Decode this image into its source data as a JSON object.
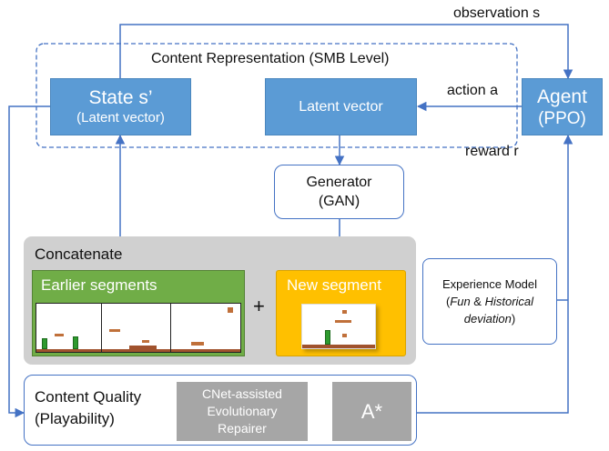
{
  "colors": {
    "blue_box": "#5b9bd5",
    "arrow": "#4472c4",
    "green_panel": "#70ad47",
    "yellow_panel": "#ffc000",
    "gray_panel": "#d0d0d0",
    "dark_gray_box": "#a6a6a6"
  },
  "labels": {
    "observation": "observation s",
    "action": "action a",
    "reward": "reward r",
    "content_representation": "Content Representation (SMB Level)",
    "concatenate": "Concatenate",
    "plus": "+"
  },
  "nodes": {
    "state": {
      "line1": "State s’",
      "line2": "(Latent vector)"
    },
    "latent": {
      "label": "Latent vector"
    },
    "agent": {
      "line1": "Agent",
      "line2": "(PPO)"
    },
    "generator": {
      "line1": "Generator",
      "line2": "(GAN)"
    },
    "earlier": {
      "label": "Earlier segments"
    },
    "new_segment": {
      "label": "New segment"
    },
    "experience": {
      "line1": "Experience Model",
      "line2_italic_a": "Fun",
      "line2_mid": " & ",
      "line2_italic_b": "Historical",
      "line3": "deviation",
      "line3_suffix": ")"
    },
    "quality": {
      "line1": "Content Quality",
      "line2": "(Playability)"
    },
    "repairer": {
      "line1": "CNet-assisted",
      "line2": "Evolutionary",
      "line3": "Repairer"
    },
    "astar": {
      "label": "A*"
    }
  }
}
